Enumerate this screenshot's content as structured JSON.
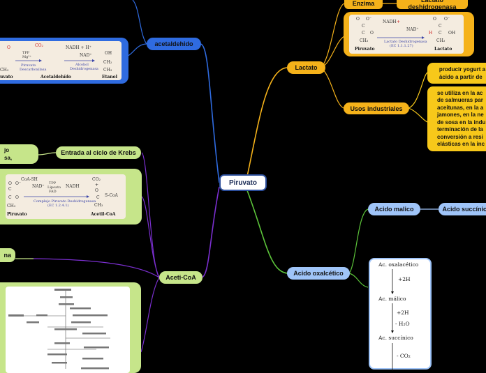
{
  "center": {
    "label": "Piruvato"
  },
  "branches": {
    "acetaldehido": {
      "label": "acetaldehido"
    },
    "lactato": {
      "label": "Lactato",
      "enzima_label": "Enzima",
      "enzima_value": "Lactato deshidrogenasa"
    },
    "usos": {
      "label": "Usos industriales",
      "yogurt_lines": [
        "producir yogurt a",
        "ácido a partir de"
      ],
      "salmuera_lines": [
        "se utiliza en la ac",
        "de salmueras par",
        "aceitunas, en la a",
        "jamones, en la ne",
        "de sosa en la indu",
        "terminación de la",
        "conversión a resi",
        "elásticas en la inc"
      ]
    },
    "oxalacetico": {
      "label": "Acido oxalcético"
    },
    "malico": {
      "label": "Acido malico"
    },
    "succinico": {
      "label": "Acido succínico"
    },
    "krebs": {
      "label": "Entrada al ciclo de Krebs",
      "left_lines": [
        "jo",
        "sa,"
      ]
    },
    "acetil": {
      "label": "Aceti-CoA"
    },
    "left_na": {
      "label": "na"
    }
  },
  "img_acetaldehido": {
    "texts": [
      "O",
      "CO₂",
      "TPP",
      "Mg²⁺",
      "Piruvato",
      "Descarboxilasa",
      "NADH + H⁺",
      "NAD⁺",
      "Alcohol",
      "Deshidrogenasa",
      "OH",
      "CH₂",
      "CH₃",
      "CH₃",
      "uvato",
      "Acetaldehído",
      "Etanol"
    ]
  },
  "img_lactato": {
    "texts": [
      "O",
      "O⁻",
      "C",
      "C",
      "O",
      "CH₃",
      "NADH",
      "+",
      "NAD⁺",
      "Lactato Deshidrogenasa",
      "(EC 1.1.1.27)",
      "O",
      "O⁻",
      "C",
      "H",
      "C",
      "OH",
      "CH₃",
      "Piruvato",
      "Lactato"
    ]
  },
  "img_acetil": {
    "texts": [
      "CoA-SH",
      "NAD⁺",
      "TPP",
      "Lipoato",
      "FAD",
      "NADH",
      "CO₂",
      "+",
      "O",
      "S-CoA",
      "C",
      "CH₃",
      "Complejo Piruvato Deshidrogenasa",
      "(EC 1.2.4.1)",
      "O",
      "C",
      "O⁻",
      "C",
      "O",
      "CH₃",
      "Piruvato",
      "Acetil-CoA"
    ]
  },
  "steps": [
    {
      "name": "Ac. oxalacético",
      "arrow": "+2H"
    },
    {
      "name": "Ac. málico",
      "arrow": "+2H",
      "arrow2": "- H₂O"
    },
    {
      "name": "Ac.  succínico",
      "arrow": "- CO₂"
    }
  ],
  "colors": {
    "background": "#000000",
    "blue": "#2f6be0",
    "orange": "#f5b21a",
    "ltblue": "#9fc4f8",
    "green": "#c6e58a",
    "purple": "#7b2fd0"
  }
}
